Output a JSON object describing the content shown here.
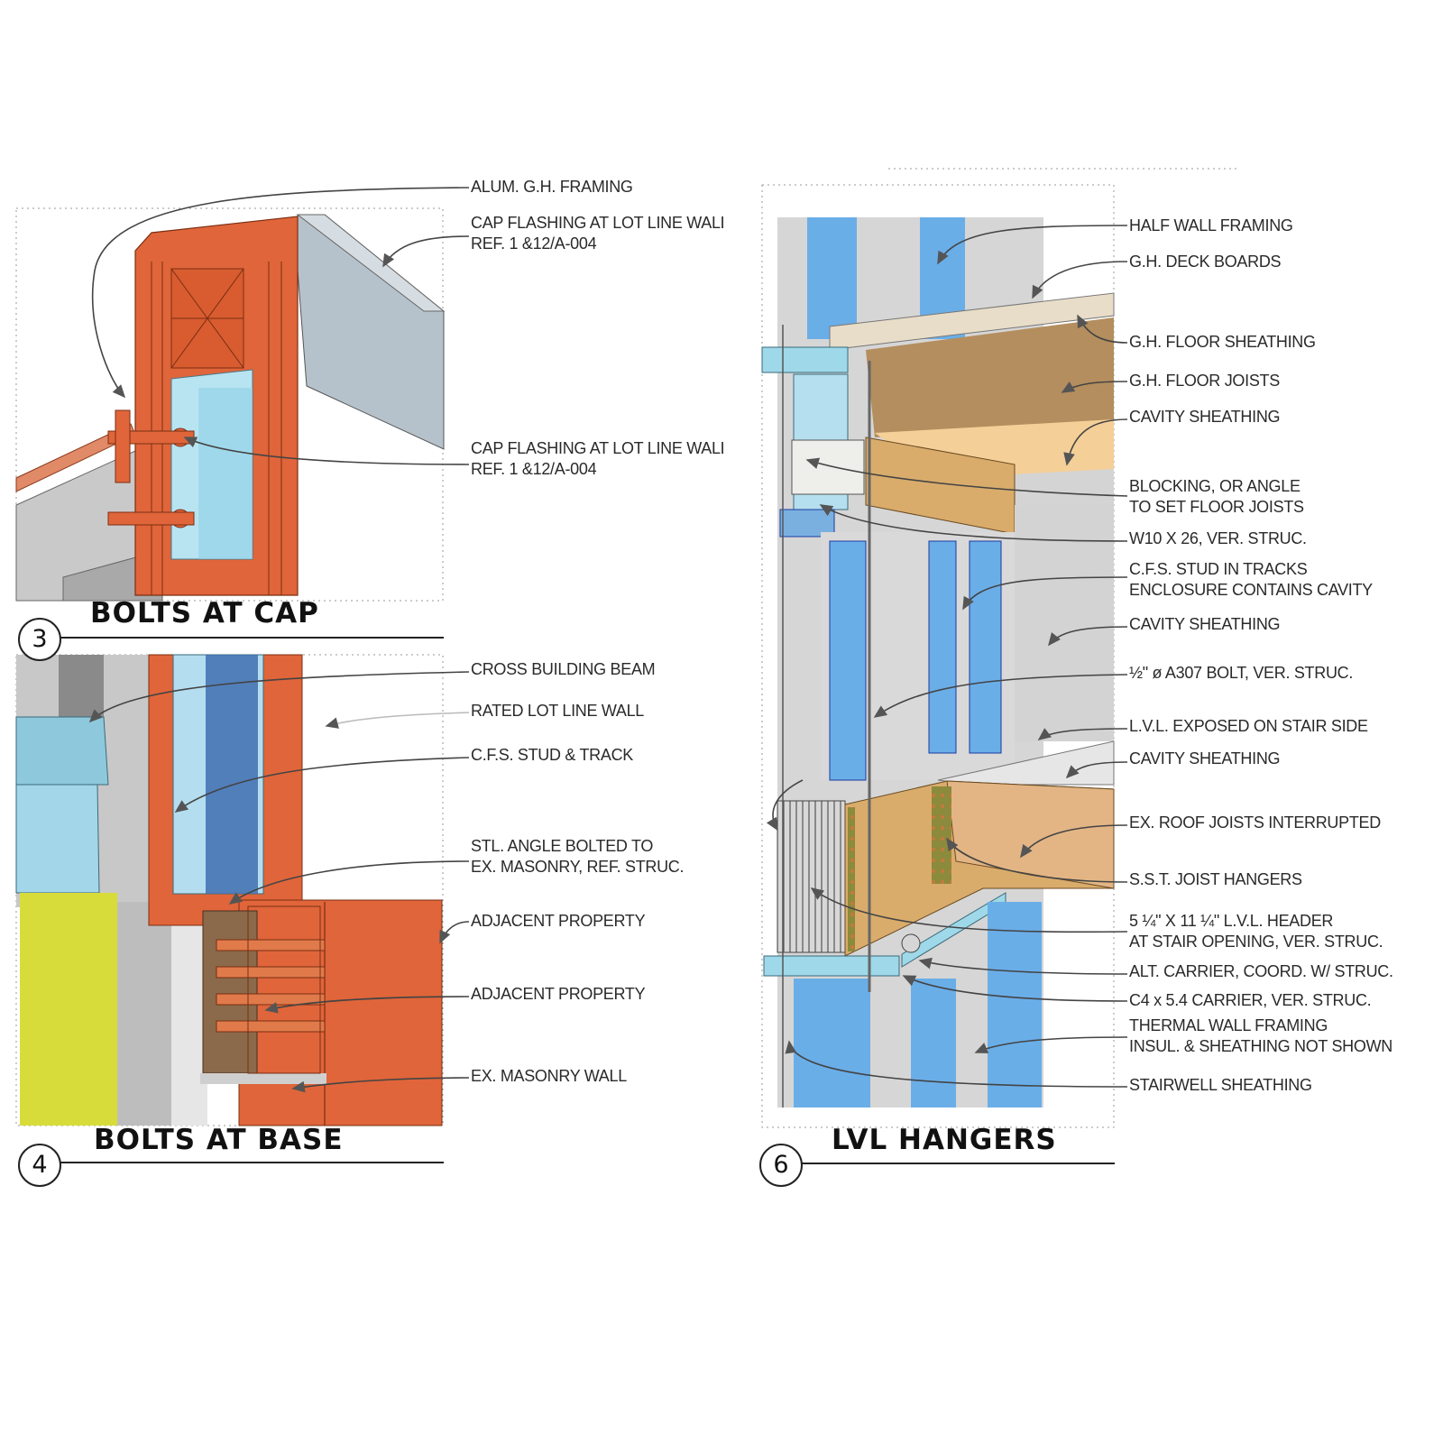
{
  "details": [
    {
      "number": "3",
      "title": "BOLTS AT CAP",
      "callouts": [
        {
          "lines": [
            "ALUM. G.H. FRAMING"
          ]
        },
        {
          "lines": [
            "CAP FLASHING AT LOT LINE WALL",
            "REF. 1 &12/A-004"
          ]
        },
        {
          "lines": [
            "CAP FLASHING AT LOT LINE WALL",
            "REF. 1 &12/A-004"
          ]
        }
      ]
    },
    {
      "number": "4",
      "title": "BOLTS AT BASE",
      "callouts": [
        {
          "lines": [
            "CROSS BUILDING BEAM"
          ]
        },
        {
          "lines": [
            "RATED LOT LINE WALL"
          ]
        },
        {
          "lines": [
            "C.F.S. STUD & TRACK"
          ]
        },
        {
          "lines": [
            "STL. ANGLE BOLTED TO",
            "EX. MASONRY, REF. STRUC."
          ]
        },
        {
          "lines": [
            "ADJACENT PROPERTY"
          ]
        },
        {
          "lines": [
            "ADJACENT PROPERTY"
          ]
        },
        {
          "lines": [
            "EX. MASONRY WALL"
          ]
        }
      ]
    },
    {
      "number": "6",
      "title": "LVL HANGERS",
      "callouts": [
        {
          "lines": [
            "HALF WALL FRAMING"
          ]
        },
        {
          "lines": [
            "G.H. DECK BOARDS"
          ]
        },
        {
          "lines": [
            "G.H. FLOOR SHEATHING"
          ]
        },
        {
          "lines": [
            "G.H. FLOOR JOISTS"
          ]
        },
        {
          "lines": [
            "CAVITY SHEATHING"
          ]
        },
        {
          "lines": [
            "BLOCKING, OR ANGLE",
            "TO SET FLOOR JOISTS"
          ]
        },
        {
          "lines": [
            "W10 X 26, VER. STRUC."
          ]
        },
        {
          "lines": [
            "C.F.S. STUD IN TRACKS",
            "ENCLOSURE CONTAINS CAVITY"
          ]
        },
        {
          "lines": [
            "CAVITY SHEATHING"
          ]
        },
        {
          "lines": [
            "½\" ø A307 BOLT, VER. STRUC."
          ]
        },
        {
          "lines": [
            "L.V.L. EXPOSED ON STAIR SIDE"
          ]
        },
        {
          "lines": [
            "CAVITY SHEATHING"
          ]
        },
        {
          "lines": [
            "EX. ROOF JOISTS INTERRUPTED"
          ]
        },
        {
          "lines": [
            "S.S.T. JOIST HANGERS"
          ]
        },
        {
          "lines": [
            "5 ¼\" X 11 ¼\" L.V.L. HEADER",
            "AT STAIR OPENING, VER. STRUC."
          ]
        },
        {
          "lines": [
            "ALT. CARRIER, COORD. W/ STRUC."
          ]
        },
        {
          "lines": [
            "C4 x 5.4 CARRIER, VER. STRUC."
          ]
        },
        {
          "lines": [
            "THERMAL WALL FRAMING",
            "INSUL. & SHEATHING NOT SHOWN"
          ]
        },
        {
          "lines": [
            "STAIRWELL SHEATHING"
          ]
        }
      ]
    }
  ],
  "colors": {
    "steel_orange": "#e0653a",
    "cfs_blue": "#6aaee8",
    "lvl_tan": "#d9ac6c",
    "sheathing_grey": "#d9d9d9",
    "flashing_grey": "#b9c4cc",
    "neighbor_yellow": "#d8dc3a"
  }
}
